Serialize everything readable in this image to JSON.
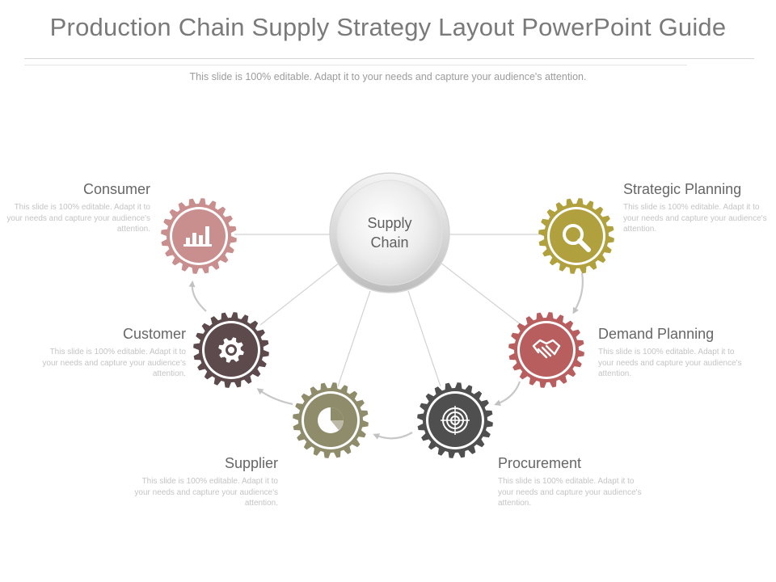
{
  "slide": {
    "title": "Production Chain Supply Strategy Layout PowerPoint Guide",
    "subtitle": "This slide is 100% editable. Adapt it to your needs and capture your audience's attention."
  },
  "hub": {
    "line1": "Supply",
    "line2": "Chain"
  },
  "nodes": {
    "consumer": {
      "label": "Consumer",
      "color": "#c98e8e",
      "icon": "bar-chart-icon",
      "desc": "This slide is 100% editable. Adapt it to your needs and capture your audience's attention."
    },
    "customer": {
      "label": "Customer",
      "color": "#5c4a4c",
      "icon": "gear-icon",
      "desc": "This slide is 100% editable. Adapt it to your needs and capture your audience's attention."
    },
    "supplier": {
      "label": "Supplier",
      "color": "#8f8c6c",
      "icon": "pie-chart-icon",
      "desc": "This slide is 100% editable. Adapt it to your needs and capture your audience's attention."
    },
    "procurement": {
      "label": "Procurement",
      "color": "#4f4f4f",
      "icon": "target-icon",
      "desc": "This slide is 100% editable. Adapt it to your needs and capture your audience's attention."
    },
    "demand": {
      "label": "Demand Planning",
      "color": "#b95e5e",
      "icon": "handshake-icon",
      "desc": "This slide is 100% editable. Adapt it to your needs and capture your audience's attention."
    },
    "strategic": {
      "label": "Strategic Planning",
      "color": "#b0a03e",
      "icon": "magnifier-icon",
      "desc": "This slide is 100% editable. Adapt it to your needs and capture your audience's attention."
    }
  }
}
